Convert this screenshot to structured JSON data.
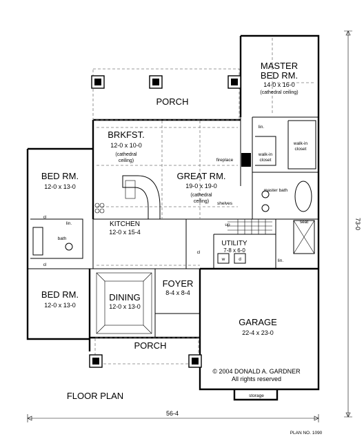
{
  "rooms": {
    "master": {
      "name_line1": "MASTER",
      "name_line2": "BED RM.",
      "dims": "14-0 x 16-0",
      "note": "(cathedral ceiling)"
    },
    "porch_top": {
      "name": "PORCH"
    },
    "brkfst": {
      "name": "BRKFST.",
      "dims": "12-0 x 10-0",
      "note1": "(cathedral",
      "note2": "ceiling)"
    },
    "great": {
      "name": "GREAT RM.",
      "dims": "19-0 x 19-0",
      "note1": "(cathedral",
      "note2": "ceiling)"
    },
    "bed_top": {
      "name": "BED RM.",
      "dims": "12-0 x 13-0"
    },
    "kitchen": {
      "name": "KITCHEN",
      "dims": "12-0 x 15-4"
    },
    "utility": {
      "name": "UTILITY",
      "dims": "7-8 x 6-0"
    },
    "bed_bottom": {
      "name": "BED RM.",
      "dims": "12-0 x 13-0"
    },
    "dining": {
      "name": "DINING",
      "dims": "12-0 x 13-0"
    },
    "foyer": {
      "name": "FOYER",
      "dims": "8-4 x 8-4"
    },
    "garage": {
      "name": "GARAGE",
      "dims": "22-4 x 23-0"
    },
    "porch_bottom": {
      "name": "PORCH"
    }
  },
  "small_labels": {
    "lin_top": "lin.",
    "walkin_left": "walk-in",
    "closet_left": "closet",
    "walkin_right": "walk-in",
    "closet_right": "closet",
    "fireplace": "fireplace",
    "master_bath": "master bath",
    "shelves": "shelves",
    "seat": "seat",
    "up": "up",
    "cl_bed": "cl",
    "lin_bed": "lin.",
    "bath": "bath",
    "cl_bed2": "cl",
    "cl_foyer": "cl",
    "w": "w",
    "d": "d",
    "lin_garage": "lin.",
    "storage": "storage"
  },
  "copyright": {
    "line1": "© 2004 DONALD A. GARDNER",
    "line2": "All rights reserved"
  },
  "plan_title": "FLOOR PLAN",
  "dimensions": {
    "width": "56-4",
    "depth": "73-0"
  },
  "plan_no": "PLAN NO. 1090"
}
